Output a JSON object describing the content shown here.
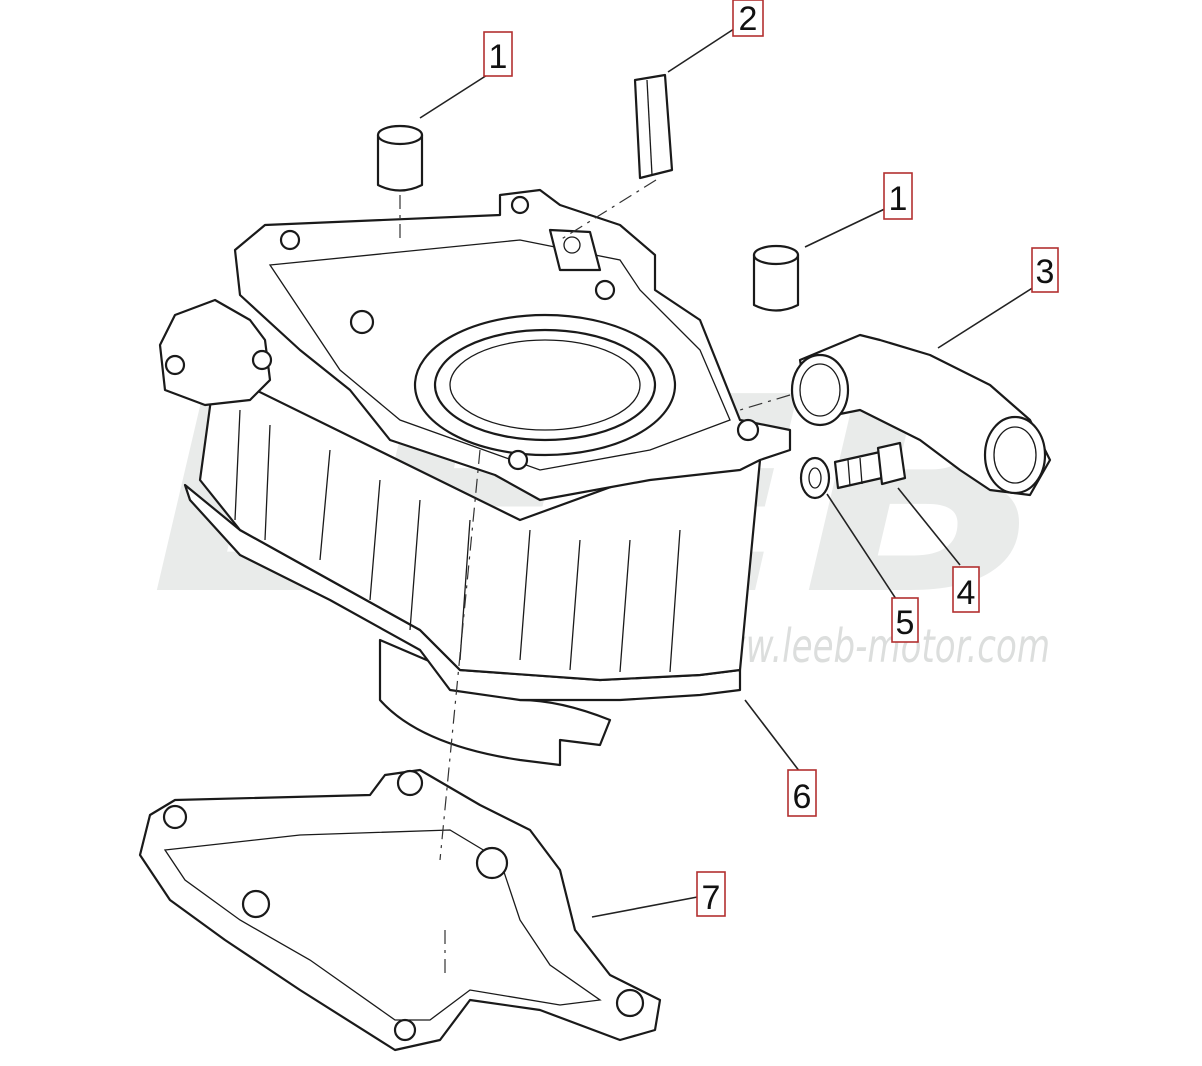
{
  "watermark": {
    "brand": "LEEB",
    "url": "www.leeb-motor.com"
  },
  "callouts": [
    {
      "id": "c1a",
      "label": "1"
    },
    {
      "id": "c2",
      "label": "2"
    },
    {
      "id": "c1b",
      "label": "1"
    },
    {
      "id": "c3",
      "label": "3"
    },
    {
      "id": "c4",
      "label": "4"
    },
    {
      "id": "c5",
      "label": "5"
    },
    {
      "id": "c6",
      "label": "6"
    },
    {
      "id": "c7",
      "label": "7"
    }
  ],
  "colors": {
    "line": "#1a1a1a",
    "callout_border": "#b23030",
    "watermark": "#e9ebea"
  }
}
